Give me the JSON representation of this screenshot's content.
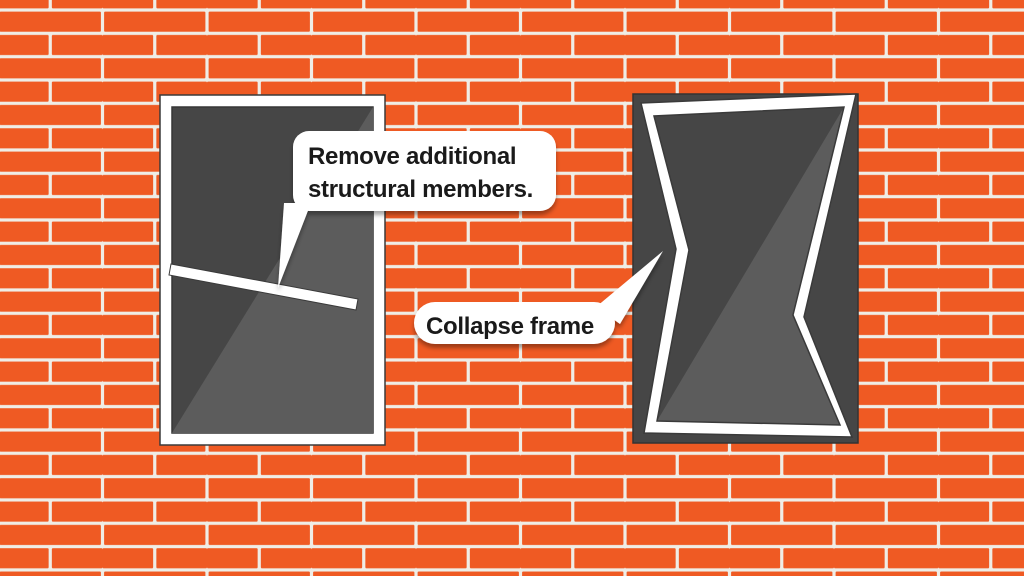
{
  "callouts": {
    "remove_members": {
      "line1": "Remove additional",
      "line2": "structural members."
    },
    "collapse_frame": {
      "label": "Collapse frame"
    }
  },
  "colors": {
    "brick": "#EF5A23",
    "mortar": "#EFEDE6",
    "opening_dark": "#464646",
    "opening_light": "#5C5C5C",
    "frame_white": "#FFFFFF",
    "outline_dark": "#3A3A3A",
    "bubble_fill": "#FFFFFF",
    "text": "#1A1A1A"
  }
}
